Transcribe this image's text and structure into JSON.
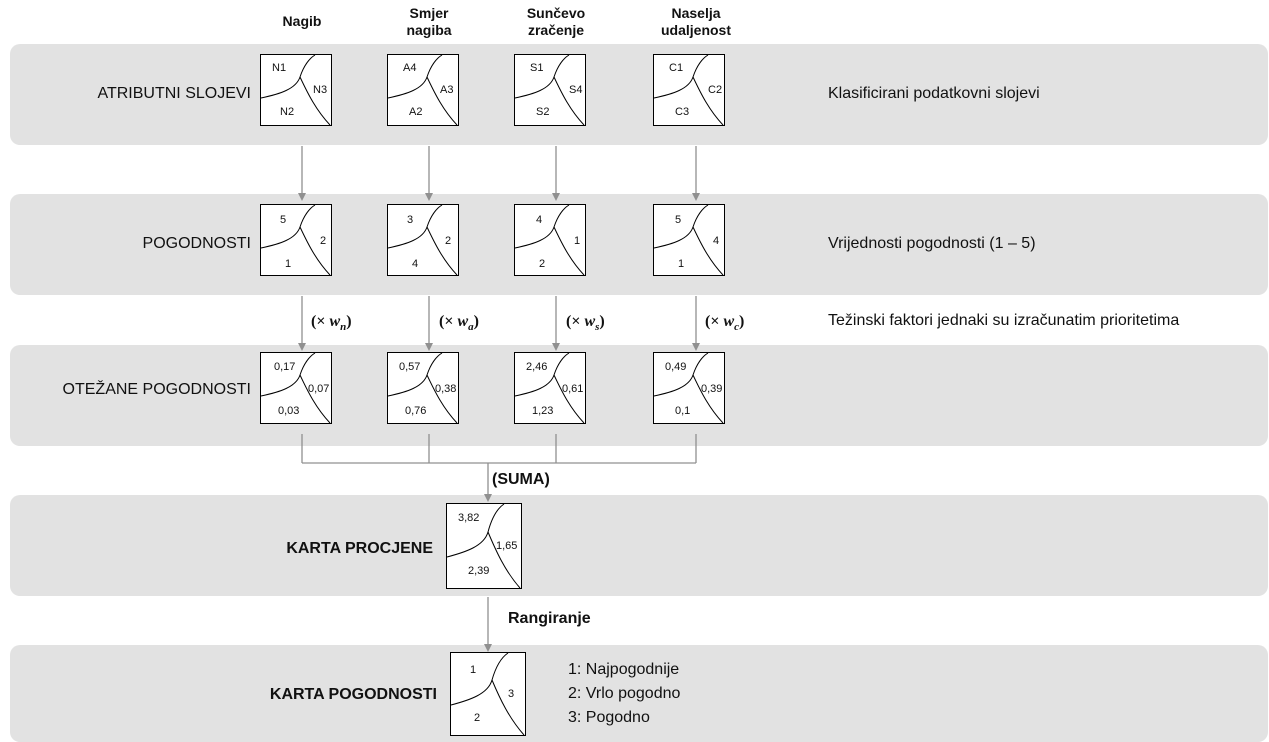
{
  "columns": [
    {
      "header": [
        "Nagib"
      ],
      "attrs": [
        "N1",
        "N3",
        "N2"
      ],
      "suit": [
        "5",
        "2",
        "1"
      ],
      "weighted": [
        "0,17",
        "0,07",
        "0,03"
      ],
      "weight_symbol": "w",
      "weight_sub": "n"
    },
    {
      "header": [
        "Smjer",
        "nagiba"
      ],
      "attrs": [
        "A4",
        "A3",
        "A2"
      ],
      "suit": [
        "3",
        "2",
        "4"
      ],
      "weighted": [
        "0,57",
        "0,38",
        "0,76"
      ],
      "weight_symbol": "w",
      "weight_sub": "a"
    },
    {
      "header": [
        "Sunčevo",
        "zračenje"
      ],
      "attrs": [
        "S1",
        "S4",
        "S2"
      ],
      "suit": [
        "4",
        "1",
        "2"
      ],
      "weighted": [
        "2,46",
        "0,61",
        "1,23"
      ],
      "weight_symbol": "w",
      "weight_sub": "s"
    },
    {
      "header": [
        "Naselja",
        "udaljenost"
      ],
      "attrs": [
        "C1",
        "C2",
        "C3"
      ],
      "suit": [
        "5",
        "4",
        "1"
      ],
      "weighted": [
        "0,49",
        "0,39",
        "0,1"
      ],
      "weight_symbol": "w",
      "weight_sub": "c"
    }
  ],
  "rows": {
    "attribute": {
      "label": "ATRIBUTNI SLOJEVI",
      "right": "Klasificirani podatkovni slojevi"
    },
    "suitability": {
      "label": "POGODNOSTI",
      "right": "Vrijednosti pogodnosti (1 – 5)"
    },
    "weights_note": "Težinski faktori jednaki su izračunatim prioritetima",
    "weighted": {
      "label": "OTEŽANE POGODNOSTI"
    },
    "assessment": {
      "label": "KARTA PROCJENE",
      "values": [
        "3,82",
        "1,65",
        "2,39"
      ]
    },
    "final": {
      "label": "KARTA POGODNOSTI",
      "values": [
        "1",
        "3",
        "2"
      ]
    }
  },
  "weight_prefix": "(× ",
  "weight_suffix": ")",
  "sum_label": "(SUMA)",
  "rank_label": "Rangiranje",
  "legend": [
    "1: Najpogodnije",
    "2: Vrlo pogodno",
    "3: Pogodno"
  ],
  "colors": {
    "band": "#e2e2e2",
    "connector": "#909090",
    "box_stroke": "#000000"
  }
}
